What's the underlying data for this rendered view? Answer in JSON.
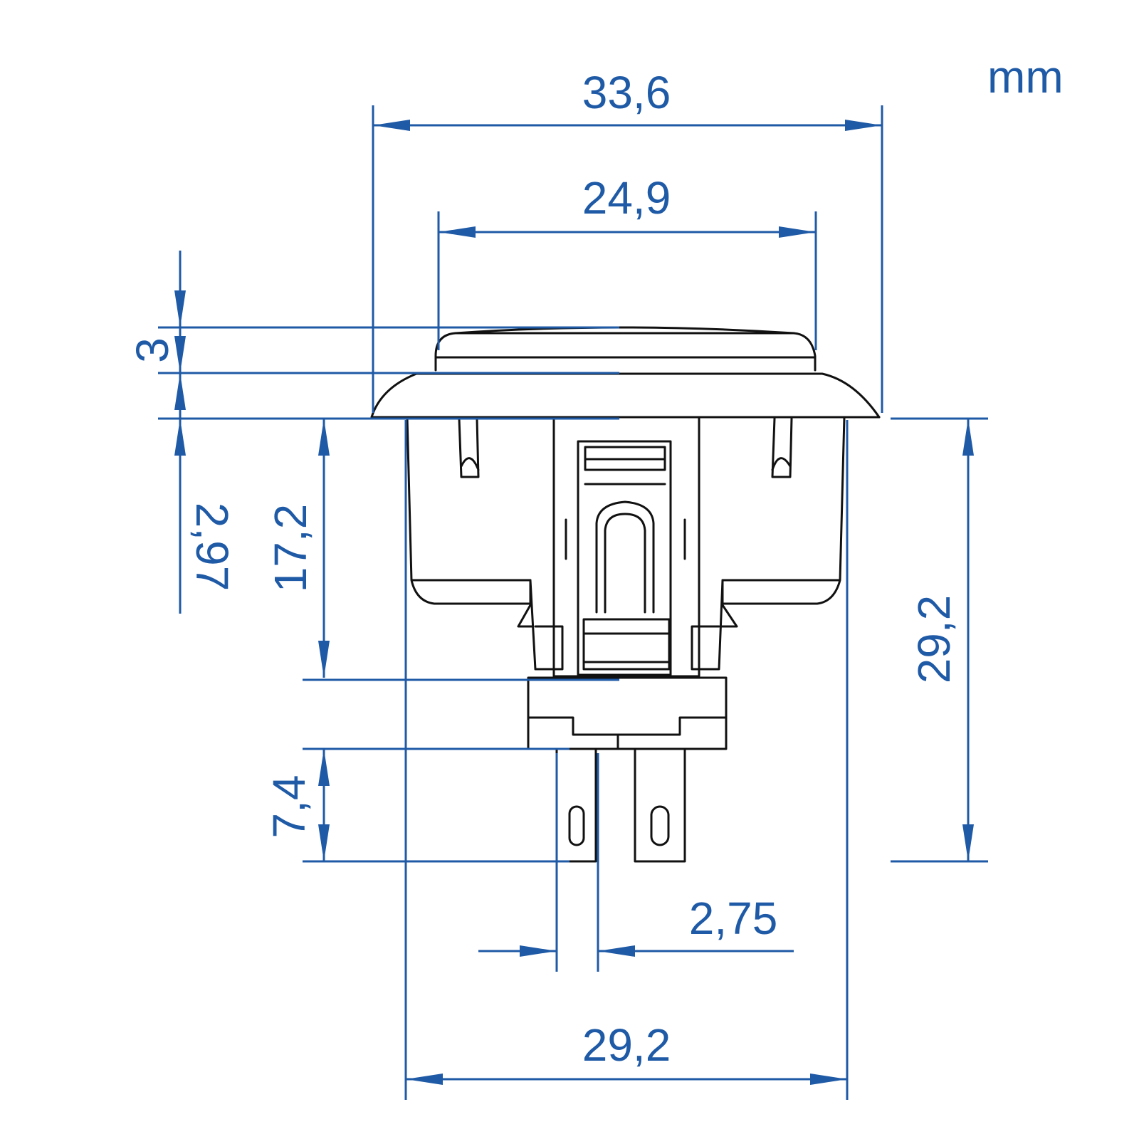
{
  "unit": "mm",
  "colors": {
    "dimension": "#1f5aa6",
    "outline": "#111111",
    "background": "#ffffff"
  },
  "dimensions": {
    "overall_flange_width": "33,6",
    "cap_width": "24,9",
    "cap_height": "3",
    "flange_height": "2,97",
    "body_height": "17,2",
    "terminal_length": "7,4",
    "terminal_width": "2,75",
    "body_width": "29,2",
    "total_depth": "29,2"
  }
}
